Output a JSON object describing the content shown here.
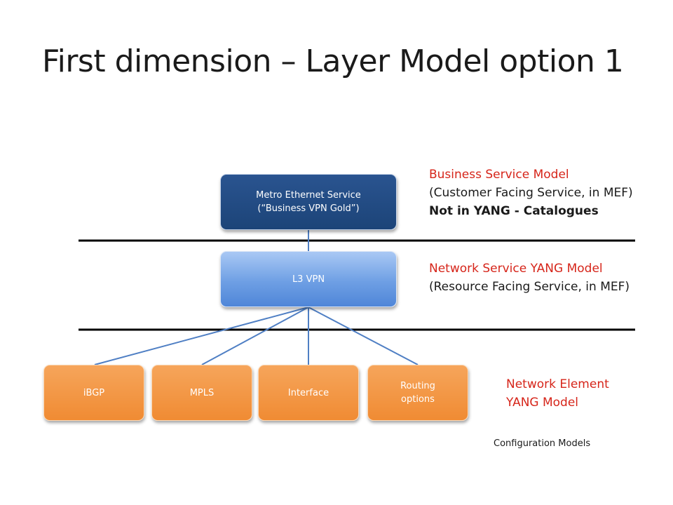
{
  "title": "First dimension – Layer Model option 1",
  "boxes": {
    "metro_line1": "Metro Ethernet Service",
    "metro_line2": "(“Business VPN Gold”)",
    "l3vpn": "L3 VPN",
    "ibgp": "iBGP",
    "mpls": "MPLS",
    "interface": "Interface",
    "routing_line1": "Routing",
    "routing_line2": "options"
  },
  "annotations": {
    "business_title": "Business Service Model",
    "business_sub": "(Customer Facing Service, in MEF)",
    "business_note": "Not in YANG - Catalogues",
    "network_service_title": "Network Service YANG Model",
    "network_service_sub": "(Resource Facing Service, in MEF)",
    "network_element_line1": "Network Element",
    "network_element_line2": "YANG Model"
  },
  "footer": "Configuration Models",
  "colors": {
    "dark_blue_box": "#1f4a80",
    "blue_box": "#6e9fe4",
    "orange_box": "#f39440",
    "annotation_red": "#d6251a",
    "connector": "#4f7fc4"
  }
}
